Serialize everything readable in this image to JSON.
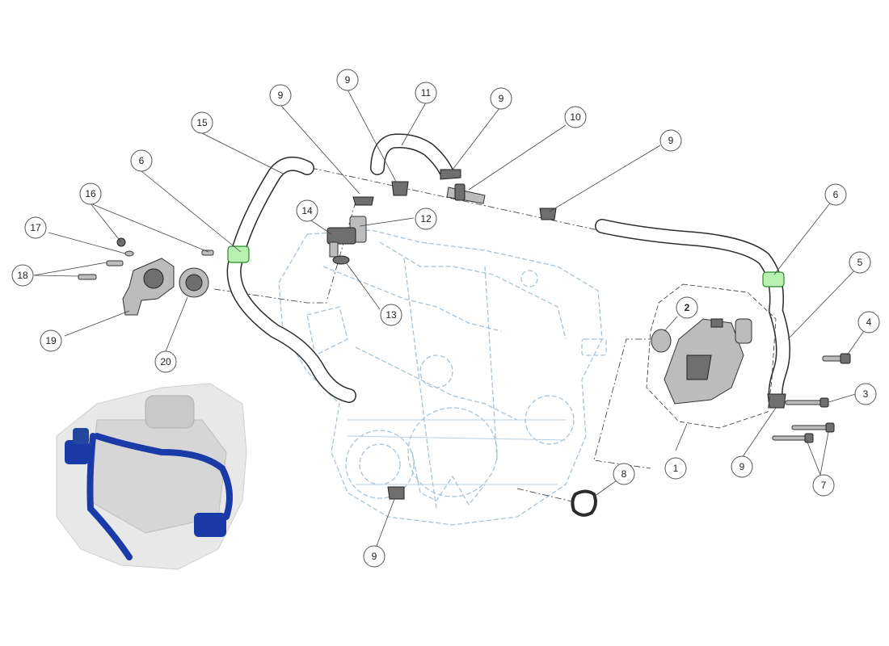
{
  "colors": {
    "callout_stroke": "#555555",
    "hose_stroke": "#2b2b2b",
    "engine_ghost": "#a8c3d6",
    "highlight_clip": "#2a8a2a",
    "inset_highlight": "#1a3aa8"
  },
  "callouts": {
    "c1": "1",
    "c2": "2",
    "c3": "3",
    "c4": "4",
    "c5": "5",
    "c6a": "6",
    "c6b": "6",
    "c7": "7",
    "c8": "8",
    "c9a": "9",
    "c9b": "9",
    "c9c": "9",
    "c9d": "9",
    "c9e": "9",
    "c9f": "9",
    "c10": "10",
    "c11": "11",
    "c12": "12",
    "c13": "13",
    "c14": "14",
    "c15": "15",
    "c16": "16",
    "c17": "17",
    "c18": "18",
    "c19": "19",
    "c20": "20"
  },
  "inset": {
    "icon": "engine-location-thumbnail",
    "highlight_color": "#1a3aa8"
  }
}
